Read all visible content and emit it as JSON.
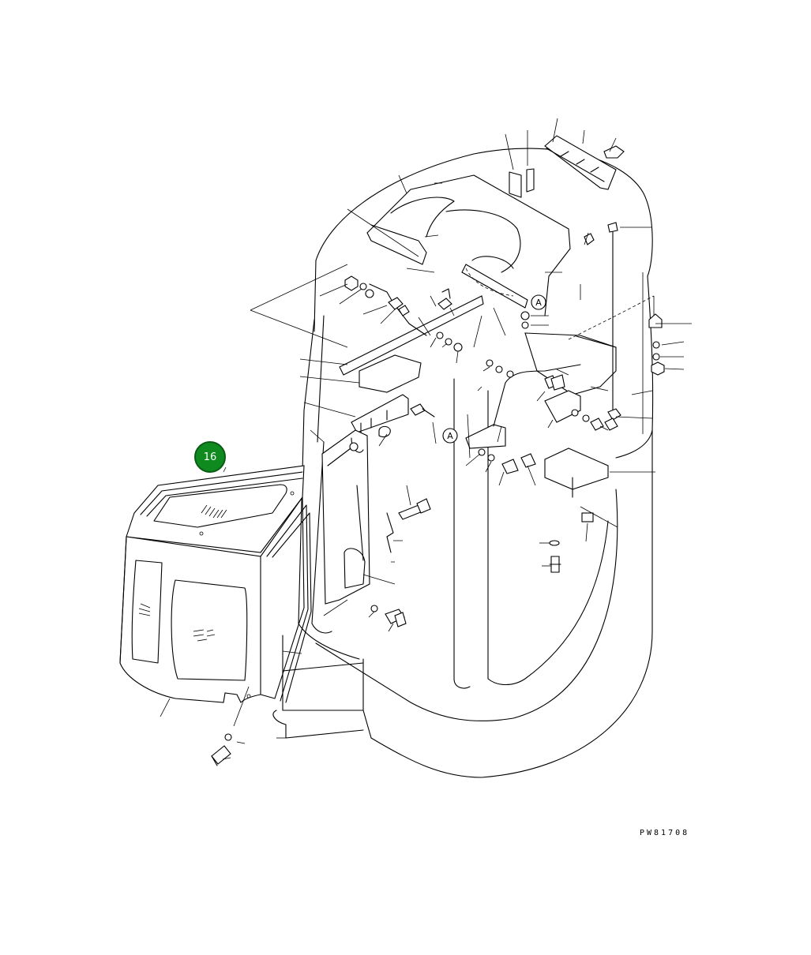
{
  "callouts": [
    {
      "label": "16"
    }
  ],
  "reference_marks": [
    "A",
    "A"
  ],
  "drawing_number": "PW81708",
  "colors": {
    "callout_fill": "#0f8a1f",
    "callout_text": "#ffffff",
    "line": "#000000",
    "background": "#ffffff"
  }
}
